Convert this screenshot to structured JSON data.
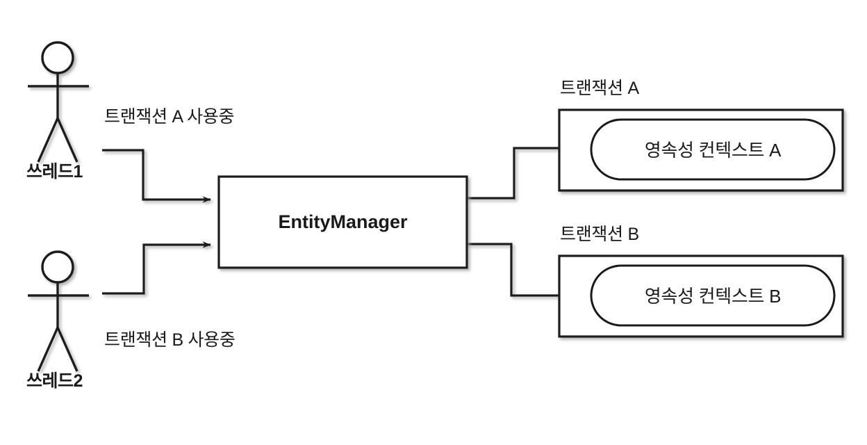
{
  "diagram": {
    "type": "uml-component-diagram",
    "title": "EntityManager persistence context per transaction",
    "colors": {
      "stroke": "#1a1a1a",
      "background": "#ffffff",
      "text": "#1a1a1a",
      "shadow": "#b8b8b8"
    },
    "actors": [
      {
        "id": "thread1",
        "label": "쓰레드1",
        "icon": "stick-figure-icon"
      },
      {
        "id": "thread2",
        "label": "쓰레드2",
        "icon": "stick-figure-icon"
      }
    ],
    "edge_labels": [
      {
        "id": "edge-thread1",
        "label": "트랜잭션 A 사용중"
      },
      {
        "id": "edge-thread2",
        "label": "트랜잭션 B 사용중"
      }
    ],
    "center_node": {
      "id": "entity-manager",
      "label": "EntityManager"
    },
    "transactions": [
      {
        "id": "transaction-a",
        "title": "트랜잭션 A",
        "context_label": "영속성 컨텍스트 A"
      },
      {
        "id": "transaction-b",
        "title": "트랜잭션 B",
        "context_label": "영속성 컨텍스트 B"
      }
    ]
  }
}
